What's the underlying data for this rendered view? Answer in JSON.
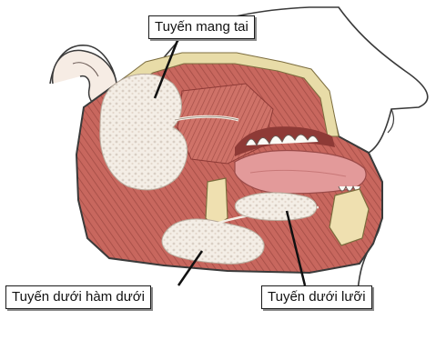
{
  "labels": {
    "parotid": "Tuyến mang tai",
    "submandibular": "Tuyến dưới hàm dưới",
    "sublingual": "Tuyến dưới lưỡi"
  },
  "colors": {
    "skin_outline": "#3a3a3a",
    "muscle": "#c8675e",
    "muscle_dark": "#8e3a36",
    "gland": "#f3ece4",
    "fat": "#e8dca8",
    "tongue": "#e39a9a",
    "tooth": "#fbfbf6",
    "bone": "#efe0b0"
  }
}
